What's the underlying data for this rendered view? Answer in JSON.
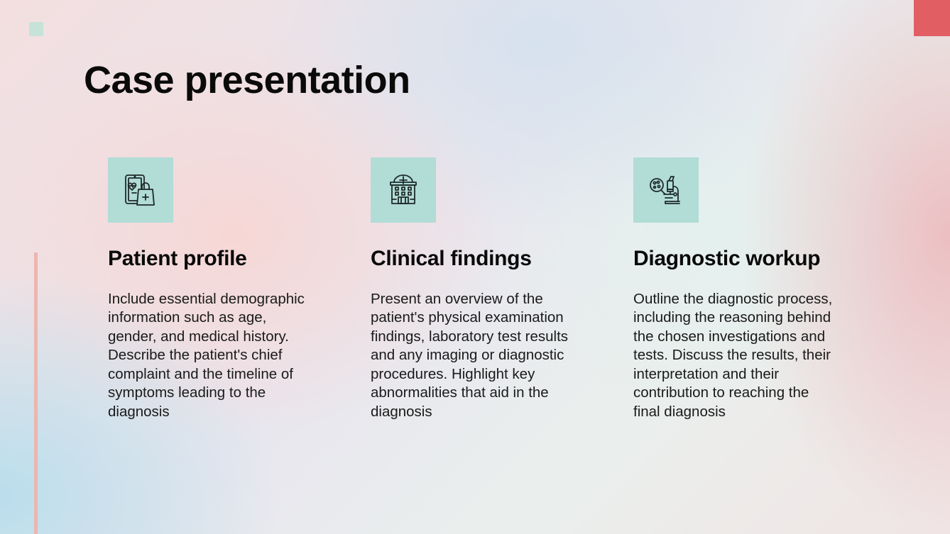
{
  "slide": {
    "title": "Case presentation",
    "colors": {
      "accent_red": "#e15e63",
      "accent_mint": "#c6e3d9",
      "icon_box": "#b2dcd6",
      "side_line": "#ecb6ae",
      "text": "#0a0a0a"
    }
  },
  "cards": [
    {
      "icon": "medical-tablet-shopping-bag-icon",
      "heading": "Patient profile",
      "body_lines": [
        "Include essential demographic",
        "information such as age,",
        "gender, and medical history.",
        "Describe the patient's chief",
        "complaint and the timeline of",
        "symptoms leading to the",
        "diagnosis"
      ]
    },
    {
      "icon": "hospital-building-icon",
      "heading": "Clinical findings",
      "body_lines": [
        "Present an overview of the",
        "patient's physical examination",
        "findings, laboratory test results",
        "and any imaging or diagnostic",
        "procedures. Highlight key",
        "abnormalities that aid in the",
        "diagnosis"
      ]
    },
    {
      "icon": "microscope-icon",
      "heading": "Diagnostic workup",
      "body_lines": [
        "Outline the diagnostic process,",
        "including the reasoning behind",
        "the chosen investigations and",
        "tests. Discuss the results, their",
        "interpretation and their",
        "contribution to reaching the",
        "final diagnosis"
      ]
    }
  ]
}
